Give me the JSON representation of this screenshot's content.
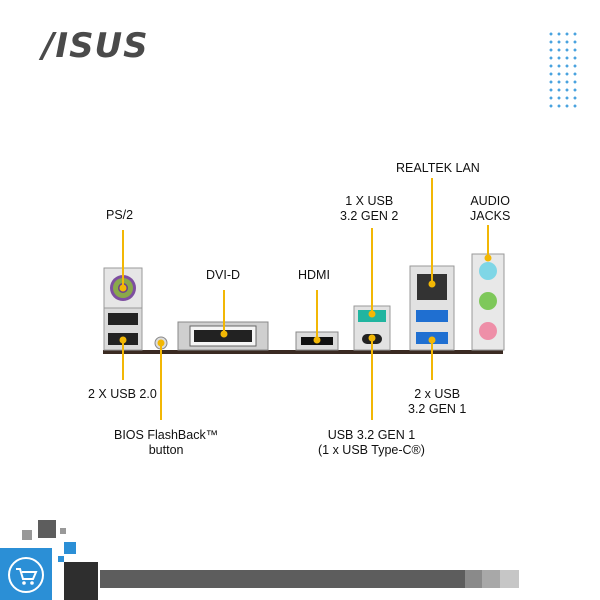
{
  "brand": {
    "logo_text": "/ISUS"
  },
  "labels": {
    "ps2": "PS/2",
    "dvi": "DVI-D",
    "hdmi": "HDMI",
    "usb32gen2": [
      "1 X USB",
      "3.2 GEN 2"
    ],
    "lan": "REALTEK LAN",
    "audio": [
      "AUDIO",
      "JACKS"
    ],
    "usb20": "2 X USB 2.0",
    "bios": [
      "BIOS FlashBack™",
      "button"
    ],
    "usbc": [
      "USB 3.2 GEN 1",
      "(1 x USB Type-C®)"
    ],
    "usb32gen1": [
      "2 x USB",
      "3.2 GEN 1"
    ]
  },
  "colors": {
    "callout": "#f2b705",
    "accent": "#2b8fd6",
    "usb3_blue": "#1f6fd1",
    "usb_gen2_teal": "#21b5a0",
    "bar_gray": "#5d5d5d"
  },
  "icons": [
    "cart-icon"
  ]
}
